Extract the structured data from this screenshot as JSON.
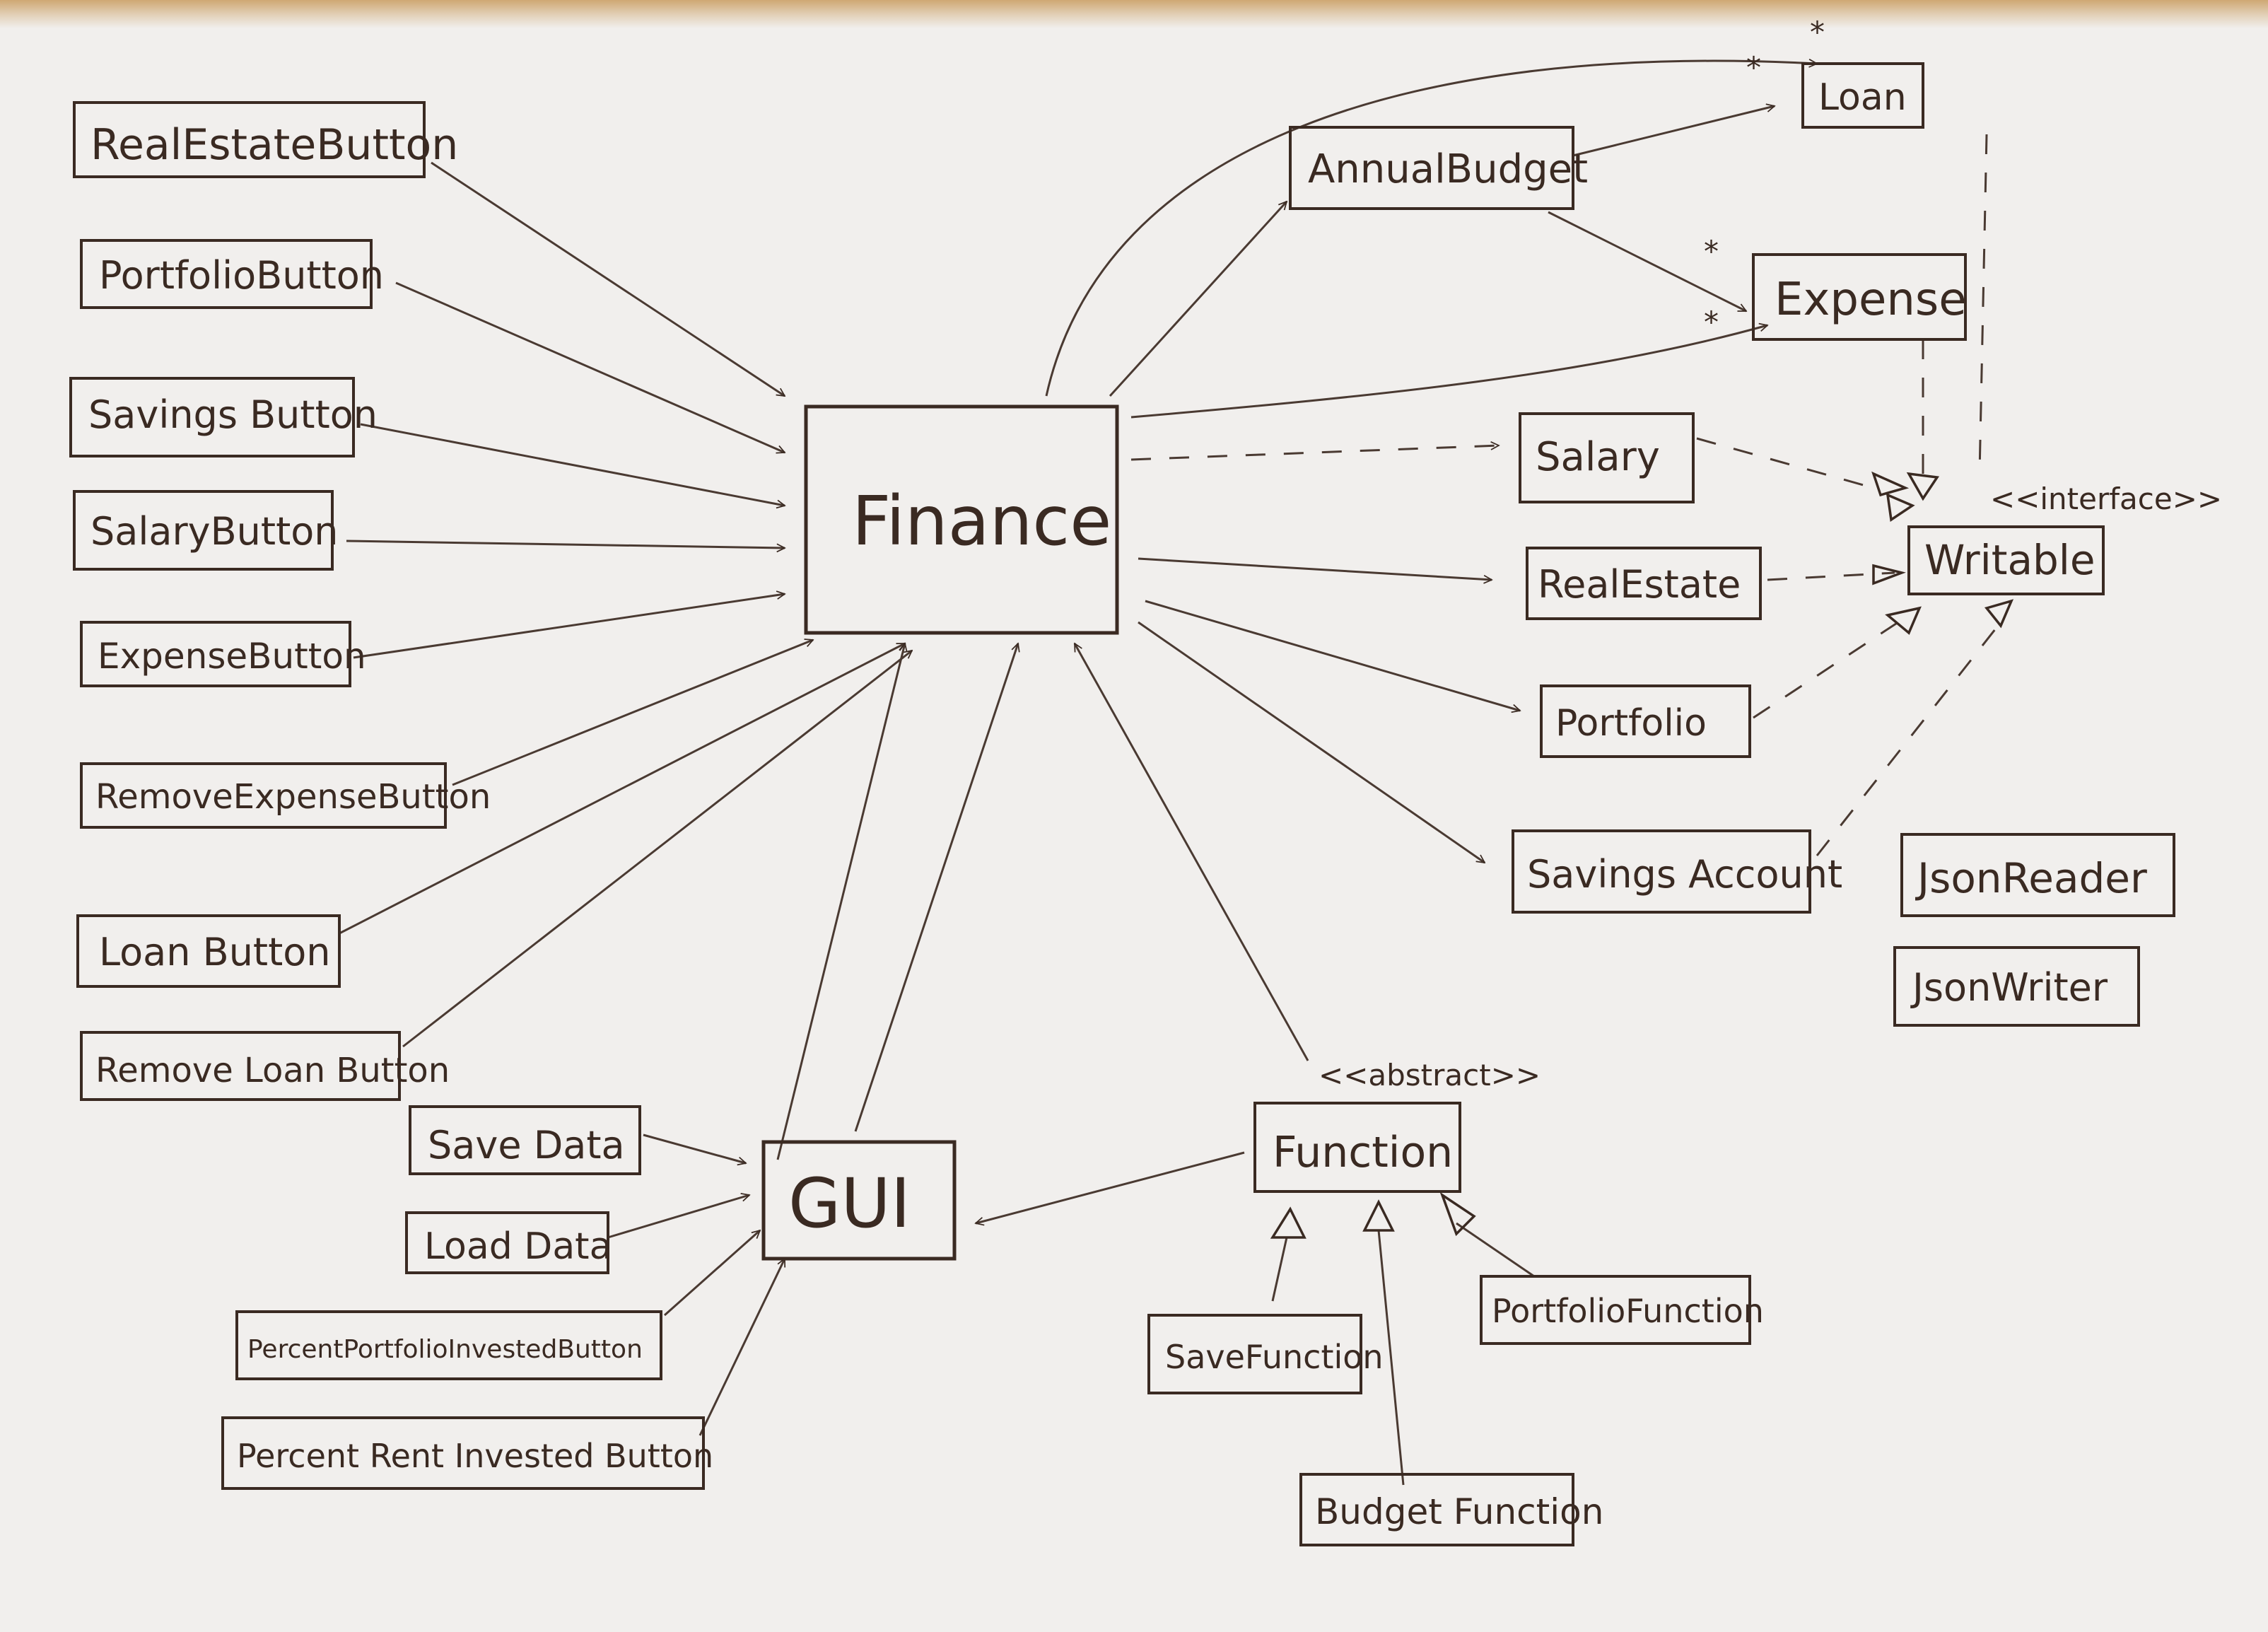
{
  "diagram": {
    "classes": {
      "real_estate_button": "RealEstateButton",
      "portfolio_button": "PortfolioButton",
      "savings_button": "Savings Button",
      "salary_button": "SalaryButton",
      "expense_button": "ExpenseButton",
      "remove_expense_button": "RemoveExpenseButton",
      "loan_button": "Loan Button",
      "remove_loan_button": "Remove Loan Button",
      "finance": "Finance",
      "annual_budget": "AnnualBudget",
      "loan": "Loan",
      "expense": "Expense",
      "salary": "Salary",
      "real_estate": "RealEstate",
      "portfolio": "Portfolio",
      "savings_account": "Savings Account",
      "writable": "Writable",
      "json_reader": "JsonReader",
      "json_writer": "JsonWriter",
      "save_data": "Save Data",
      "load_data": "Load Data",
      "percent_portfolio_invested_button": "PercentPortfolioInvestedButton",
      "percent_rent_invested_button": "Percent Rent Invested Button",
      "gui": "GUI",
      "function": "Function",
      "save_function": "SaveFunction",
      "portfolio_function": "PortfolioFunction",
      "budget_function": "Budget Function"
    },
    "stereotypes": {
      "interface": "<<interface>>",
      "abstract": "<<abstract>>"
    },
    "multiplicities": {
      "loan_top": "*",
      "loan_budget": "*",
      "expense_budget": "*",
      "expense_finance": "*"
    }
  }
}
